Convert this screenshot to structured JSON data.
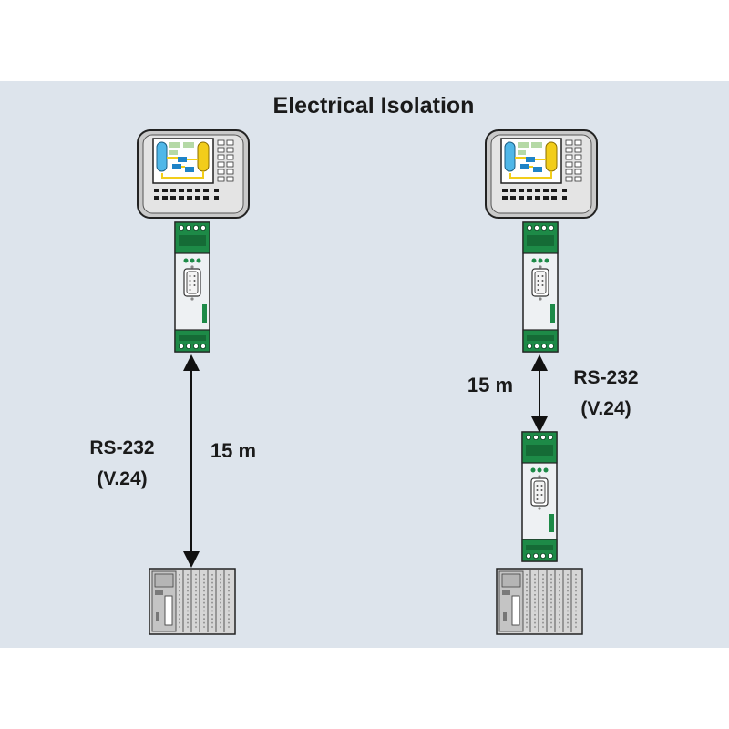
{
  "title": "Electrical Isolation",
  "colors": {
    "background_panel": "#dde4ec",
    "module_green": "#1d8a47",
    "module_body": "#eef1f3",
    "screen_blue": "#4fb7e8",
    "screen_yellow": "#f2cd1a",
    "screen_green": "#b5d9a6",
    "device_gray": "#d6d6d6"
  },
  "left_setup": {
    "protocol_label": "RS-232",
    "protocol_sublabel": "(V.24)",
    "distance_label": "15 m"
  },
  "right_setup": {
    "protocol_label": "RS-232",
    "protocol_sublabel": "(V.24)",
    "distance_label": "15 m"
  }
}
